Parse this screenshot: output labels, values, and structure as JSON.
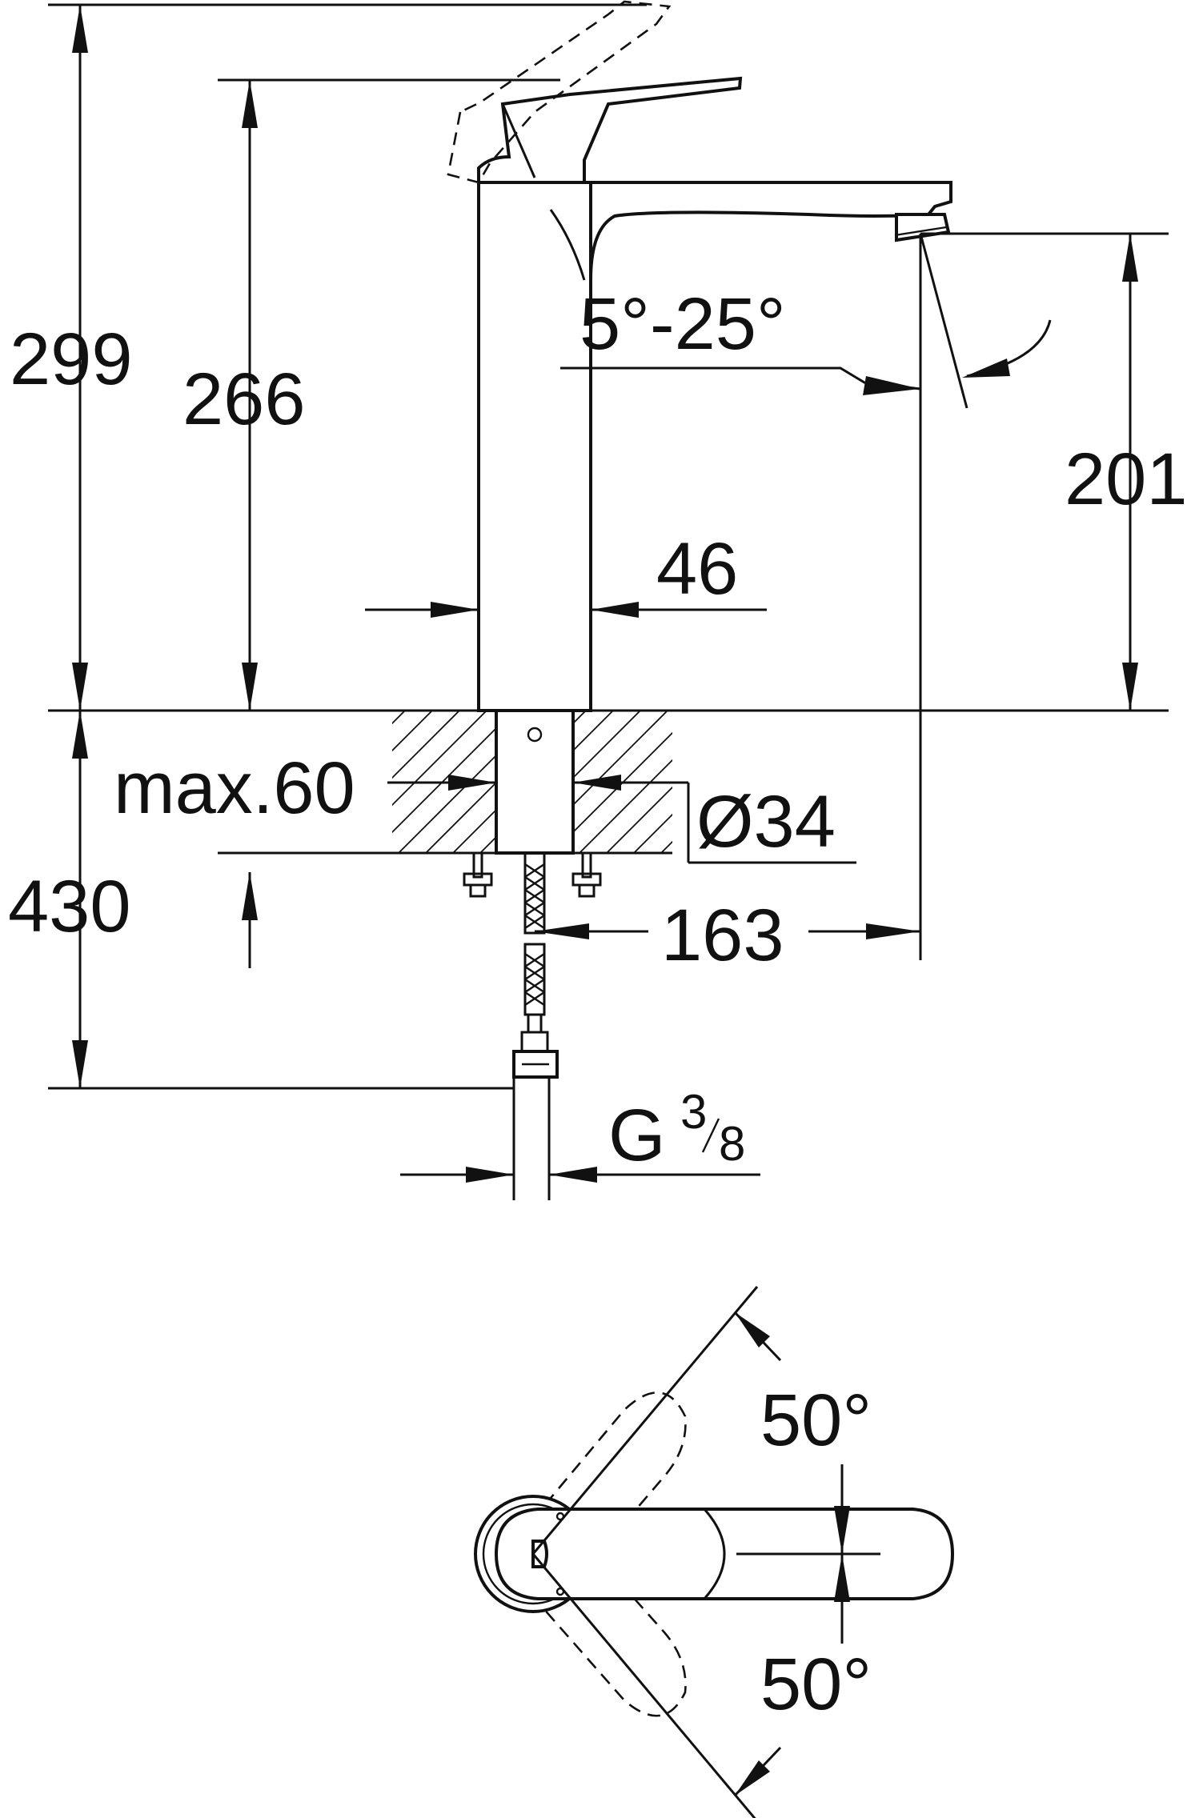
{
  "dimensions": {
    "overall_height": "299",
    "spout_height": "266",
    "outlet_height": "201",
    "tilt_range": "5°-25°",
    "body_width": "46",
    "max_thickness": "max.60",
    "hole_diameter": "Ø34",
    "projection": "163",
    "hose_length": "430",
    "connection_letter": "G",
    "connection_num": "3",
    "connection_den": "8",
    "rotation_upper": "50°",
    "rotation_lower": "50°"
  },
  "colors": {
    "line": "#111111",
    "background": "#ffffff"
  }
}
